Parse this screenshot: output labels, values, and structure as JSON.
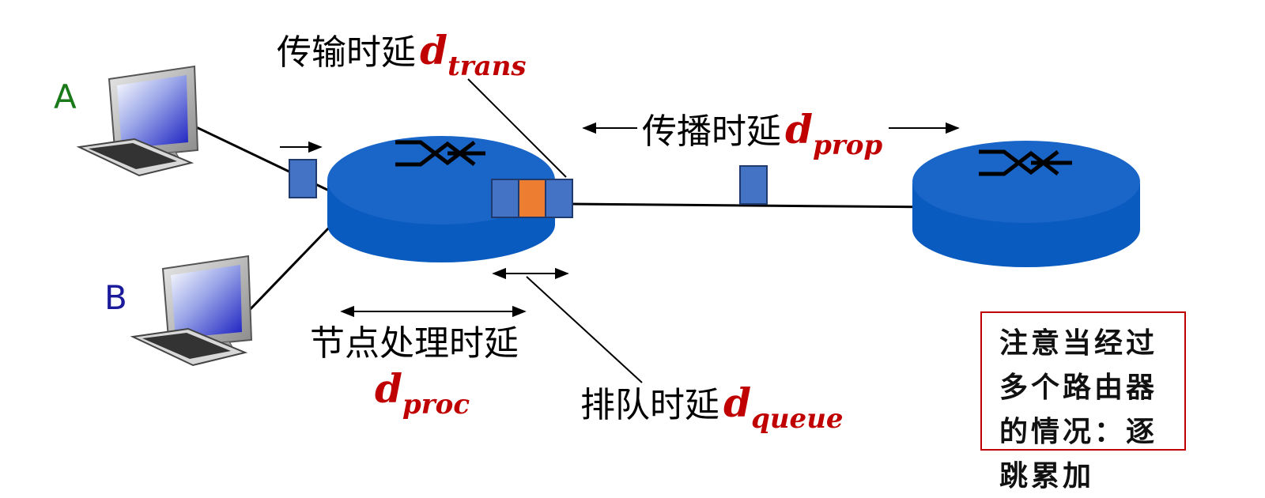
{
  "hosts": {
    "a": "A",
    "b": "B"
  },
  "labels": {
    "trans_zh": "传输时延",
    "trans_d": "d",
    "trans_sub": "trans",
    "prop_zh": "传播时延",
    "prop_d": "d",
    "prop_sub": "prop",
    "proc_zh": "节点处理时延",
    "proc_d": "d",
    "proc_sub": "proc",
    "queue_zh": "排队时延",
    "queue_d": "d",
    "queue_sub": "queue"
  },
  "note": {
    "text": "注意当经过多个路由器的情况：逐跳累加"
  },
  "colors": {
    "router": "#0a5bbf",
    "packet": "#4472c4",
    "packet_queue_head": "#ed7d31",
    "delay_symbol": "#c00000",
    "host_a": "#1a7a1a",
    "host_b": "#1a1a9a",
    "note_border": "#c00000"
  },
  "icons": [
    "computer-icon",
    "router-icon",
    "packet-icon",
    "double-arrow-icon"
  ]
}
